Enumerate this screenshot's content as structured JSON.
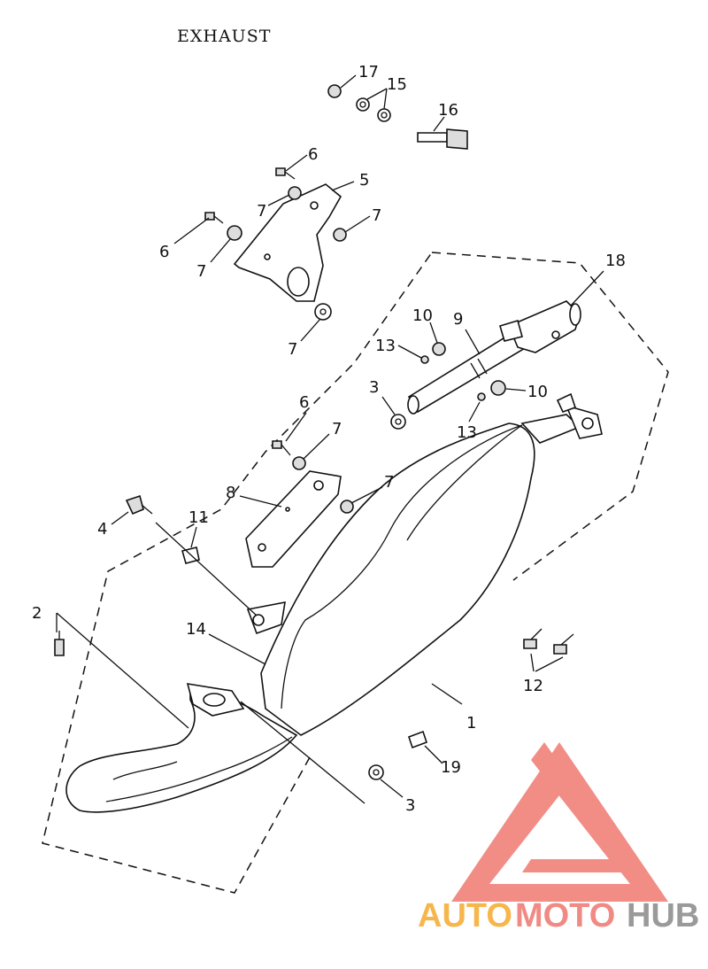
{
  "diagram": {
    "title": "EXHAUST",
    "callouts": [
      {
        "id": "c17",
        "text": "17"
      },
      {
        "id": "c15",
        "text": "15"
      },
      {
        "id": "c16",
        "text": "16"
      },
      {
        "id": "c6a",
        "text": "6"
      },
      {
        "id": "c5",
        "text": "5"
      },
      {
        "id": "c7a",
        "text": "7"
      },
      {
        "id": "c7b",
        "text": "7"
      },
      {
        "id": "c6b",
        "text": "6"
      },
      {
        "id": "c7c",
        "text": "7"
      },
      {
        "id": "c7d",
        "text": "7"
      },
      {
        "id": "c18",
        "text": "18"
      },
      {
        "id": "c10a",
        "text": "10"
      },
      {
        "id": "c9",
        "text": "9"
      },
      {
        "id": "c13a",
        "text": "13"
      },
      {
        "id": "c3a",
        "text": "3"
      },
      {
        "id": "c10b",
        "text": "10"
      },
      {
        "id": "c13b",
        "text": "13"
      },
      {
        "id": "c6c",
        "text": "6"
      },
      {
        "id": "c7e",
        "text": "7"
      },
      {
        "id": "c8",
        "text": "8"
      },
      {
        "id": "c7f",
        "text": "7"
      },
      {
        "id": "c4",
        "text": "4"
      },
      {
        "id": "c11",
        "text": "11"
      },
      {
        "id": "c2",
        "text": "2"
      },
      {
        "id": "c14",
        "text": "14"
      },
      {
        "id": "c12",
        "text": "12"
      },
      {
        "id": "c1",
        "text": "1"
      },
      {
        "id": "c19",
        "text": "19"
      },
      {
        "id": "c3b",
        "text": "3"
      }
    ]
  },
  "watermark": {
    "part1": "AUTO",
    "part2": "MOTO",
    "part3": "HUB",
    "color1": "#f7b64b",
    "color2": "#f08a84",
    "color3": "#9a9a9a",
    "logo_color": "#f07a72"
  }
}
